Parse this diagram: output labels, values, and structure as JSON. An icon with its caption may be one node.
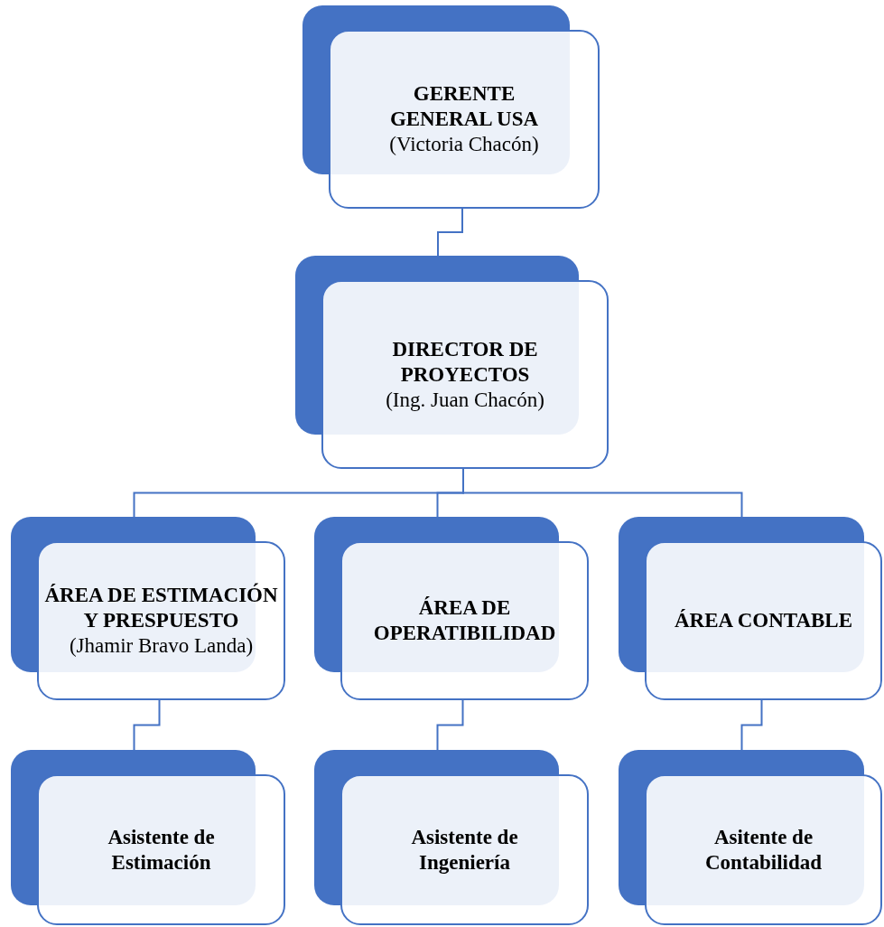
{
  "diagram": {
    "nodes": [
      {
        "text": [
          "GERENTE GENERAL USA",
          "(Victoria Chacón)"
        ]
      },
      {
        "text": [
          "DIRECTOR DE PROYECTOS",
          "(Ing. Juan Chacón)"
        ]
      },
      {
        "text": [
          "ÁREA DE ESTIMACIÓN Y PRESPUESTO",
          "(Jhamir Bravo Landa)"
        ]
      },
      {
        "text": [
          "ÁREA DE OPERATIBILIDAD"
        ]
      },
      {
        "text": [
          "ÁREA CONTABLE"
        ]
      },
      {
        "text": [
          "Asistente de Estimación"
        ]
      },
      {
        "text": [
          "Asistente de Ingeniería"
        ]
      },
      {
        "text": [
          "Asitente de Contabilidad"
        ]
      }
    ],
    "edges": [
      {
        "from": 0,
        "to": 1,
        "arrow": "none"
      },
      {
        "from": 1,
        "to": 2,
        "arrow": "none"
      },
      {
        "from": 1,
        "to": 3,
        "arrow": "none"
      },
      {
        "from": 1,
        "to": 4,
        "arrow": "none"
      },
      {
        "from": 2,
        "to": 5,
        "arrow": "none"
      },
      {
        "from": 3,
        "to": 6,
        "arrow": "none"
      },
      {
        "from": 4,
        "to": 7,
        "arrow": "none"
      }
    ]
  }
}
